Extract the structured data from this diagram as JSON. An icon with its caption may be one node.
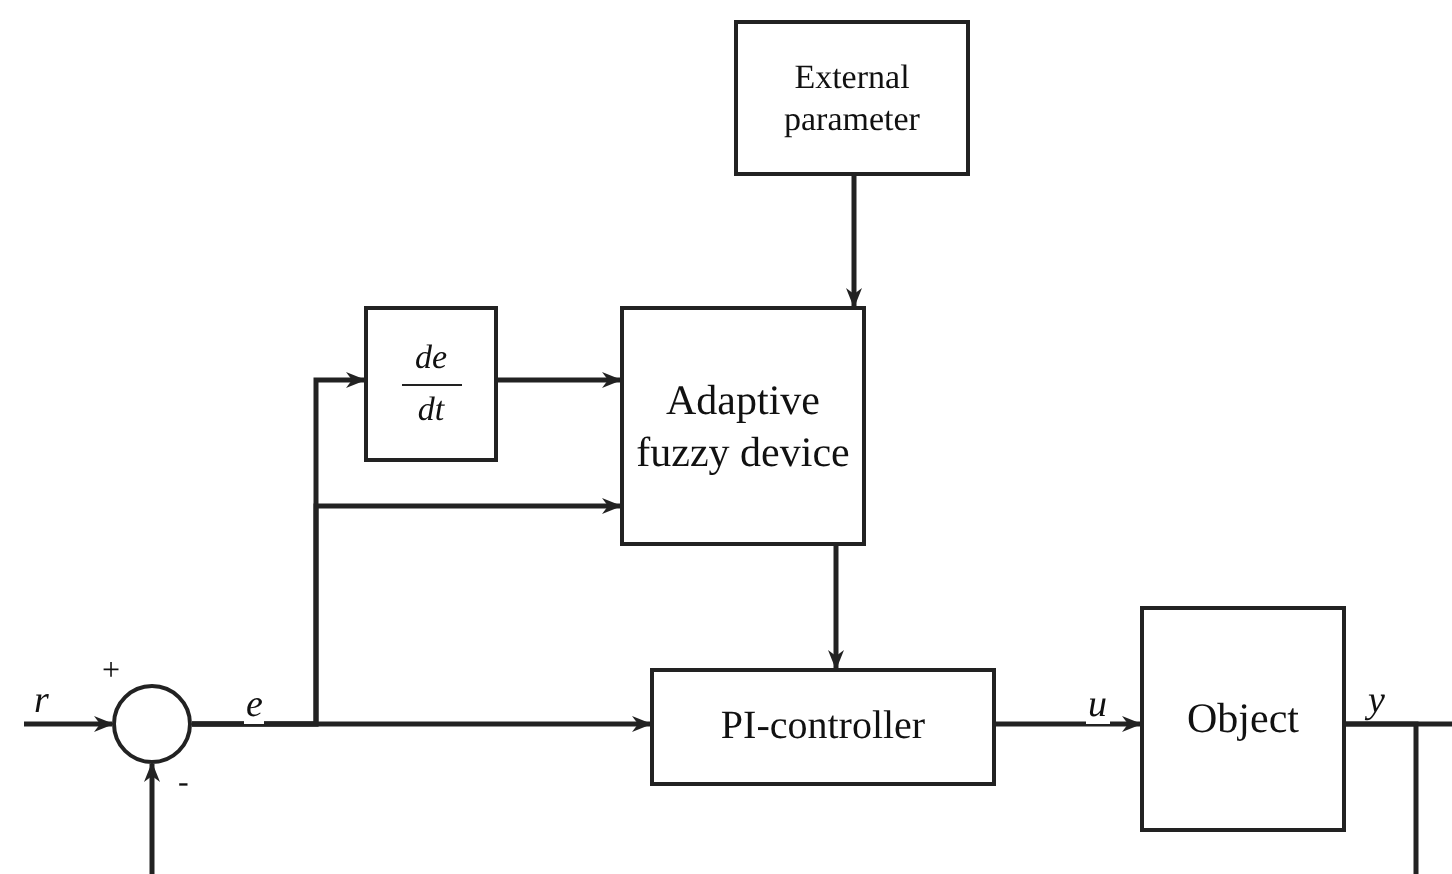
{
  "diagram": {
    "nodes": [
      {
        "text": [
          "External parameter"
        ]
      },
      {
        "text": [
          "de",
          "dt"
        ]
      },
      {
        "text": [
          "Adaptive fuzzy device"
        ]
      },
      {
        "text": [],
        "shape": "circle"
      },
      {
        "text": [
          "PI-controller"
        ]
      },
      {
        "text": [
          "Object"
        ]
      }
    ],
    "edges": [
      {
        "from": 0,
        "to": 2,
        "arrow": "to"
      },
      {
        "from": 3,
        "to": 1,
        "arrow": "to"
      },
      {
        "from": 1,
        "to": 2,
        "arrow": "to"
      },
      {
        "from": 3,
        "to": 2,
        "arrow": "to"
      },
      {
        "from": 3,
        "to": 4,
        "arrow": "to",
        "label": "e"
      },
      {
        "from": 2,
        "to": 4,
        "arrow": "to"
      },
      {
        "from": 4,
        "to": 5,
        "arrow": "to",
        "label": "u"
      },
      {
        "from": 5,
        "to": null,
        "arrow": "none",
        "label": "y"
      },
      {
        "from": 5,
        "to": null,
        "arrow": "none"
      },
      {
        "from": null,
        "to": 3,
        "arrow": "to",
        "label": "r"
      },
      {
        "from": null,
        "to": 3,
        "arrow": "to"
      }
    ],
    "labels": [
      "+",
      "-"
    ]
  }
}
